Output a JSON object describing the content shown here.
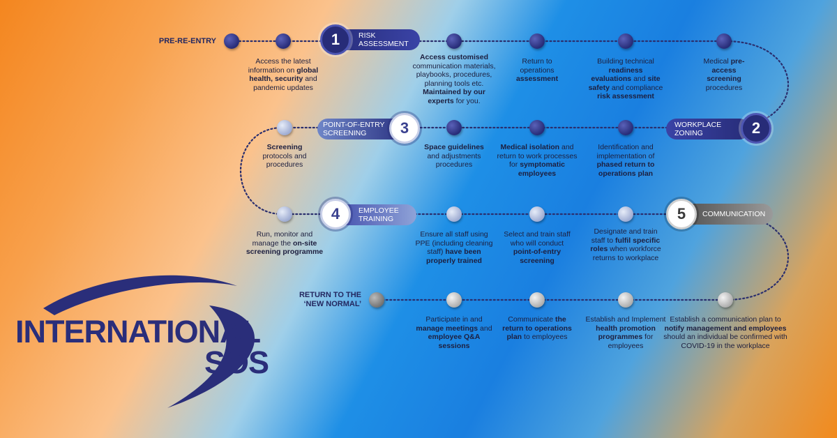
{
  "labels": {
    "start": "PRE-RE-ENTRY",
    "end_line1": "RETURN TO THE",
    "end_line2": "‘NEW NORMAL’"
  },
  "stages": [
    {
      "number": "1",
      "title_line1": "RISK",
      "title_line2": "ASSESSMENT"
    },
    {
      "number": "2",
      "title_line1": "WORKPLACE",
      "title_line2": "ZONING"
    },
    {
      "number": "3",
      "title_line1": "POINT-OF-ENTRY",
      "title_line2": "SCREENING"
    },
    {
      "number": "4",
      "title_line1": "EMPLOYEE",
      "title_line2": "TRAINING"
    },
    {
      "number": "5",
      "title_line1": "COMMUNICATION",
      "title_line2": ""
    }
  ],
  "steps": {
    "row1": [
      {
        "parts": [
          [
            "Access the latest",
            0
          ],
          [
            "\ninformation on ",
            0
          ],
          [
            "global",
            1
          ],
          [
            "\nhealth, security",
            1
          ],
          [
            " and",
            0
          ],
          [
            "\npandemic updates",
            0
          ]
        ]
      },
      {
        "parts": [
          [
            "Access customised",
            1
          ],
          [
            "\ncommunication materials,",
            0
          ],
          [
            "\nplaybooks, procedures,",
            0
          ],
          [
            "\nplanning tools etc.",
            0
          ],
          [
            "\nMaintained by our",
            1
          ],
          [
            "\nexperts",
            1
          ],
          [
            " for you.",
            0
          ]
        ]
      },
      {
        "parts": [
          [
            "Return to",
            0
          ],
          [
            "\noperations",
            0
          ],
          [
            "\nassessment",
            1
          ]
        ]
      },
      {
        "parts": [
          [
            "Building technical",
            0
          ],
          [
            "\nreadiness",
            1
          ],
          [
            "\nevaluations",
            1
          ],
          [
            " and ",
            0
          ],
          [
            "site",
            1
          ],
          [
            "\nsafety",
            1
          ],
          [
            " and compliance",
            0
          ],
          [
            "\nrisk assessment",
            1
          ]
        ]
      },
      {
        "parts": [
          [
            "Medical ",
            0
          ],
          [
            "pre-",
            1
          ],
          [
            "\naccess",
            1
          ],
          [
            "\nscreening",
            1
          ],
          [
            "\nprocedures",
            0
          ]
        ]
      }
    ],
    "row2": [
      {
        "parts": [
          [
            "Screening",
            1
          ],
          [
            "\nprotocols and",
            0
          ],
          [
            "\nprocedures",
            0
          ]
        ]
      },
      {
        "parts": [
          [
            "Space guidelines",
            1
          ],
          [
            "\nand adjustments",
            0
          ],
          [
            "\nprocedures",
            0
          ]
        ]
      },
      {
        "parts": [
          [
            "Medical isolation",
            1
          ],
          [
            " and",
            0
          ],
          [
            "\nreturn to work processes",
            0
          ],
          [
            "\nfor ",
            0
          ],
          [
            "symptomatic",
            1
          ],
          [
            "\nemployees",
            1
          ]
        ]
      },
      {
        "parts": [
          [
            "Identification and",
            0
          ],
          [
            "\nimplementation of",
            0
          ],
          [
            "\nphased return to",
            1
          ],
          [
            "\noperations plan",
            1
          ]
        ]
      }
    ],
    "row3": [
      {
        "parts": [
          [
            "Run, monitor and",
            0
          ],
          [
            "\nmanage the ",
            0
          ],
          [
            "on-site",
            1
          ],
          [
            "\nscreening programme",
            1
          ]
        ]
      },
      {
        "parts": [
          [
            "Ensure all staff using",
            0
          ],
          [
            "\nPPE (including cleaning",
            0
          ],
          [
            "\nstaff) ",
            0
          ],
          [
            "have been",
            1
          ],
          [
            "\nproperly trained",
            1
          ]
        ]
      },
      {
        "parts": [
          [
            "Select and train staff",
            0
          ],
          [
            "\nwho will conduct",
            0
          ],
          [
            "\npoint-of-entry",
            1
          ],
          [
            "\nscreening",
            1
          ]
        ]
      },
      {
        "parts": [
          [
            "Designate and train",
            0
          ],
          [
            "\nstaff to ",
            0
          ],
          [
            "fulfil specific",
            1
          ],
          [
            "\nroles",
            1
          ],
          [
            " when workforce",
            0
          ],
          [
            "\nreturns to workplace",
            0
          ]
        ]
      }
    ],
    "row4": [
      {
        "parts": [
          [
            "Participate in and",
            0
          ],
          [
            "\nmanage meetings",
            1
          ],
          [
            " and",
            0
          ],
          [
            "\nemployee Q&A",
            1
          ],
          [
            "\nsessions",
            1
          ]
        ]
      },
      {
        "parts": [
          [
            "Communicate ",
            0
          ],
          [
            "the",
            1
          ],
          [
            "\nreturn to operations",
            1
          ],
          [
            "\nplan",
            1
          ],
          [
            " to employees",
            0
          ]
        ]
      },
      {
        "parts": [
          [
            "Establish and Implement",
            0
          ],
          [
            "\nhealth promotion",
            1
          ],
          [
            "\nprogrammes",
            1
          ],
          [
            " for",
            0
          ],
          [
            "\nemployees",
            0
          ]
        ]
      },
      {
        "parts": [
          [
            "Establish a communication plan to",
            0
          ],
          [
            "\nnotify management and employees",
            1
          ],
          [
            "\nshould an individual be confirmed with",
            0
          ],
          [
            "\nCOVID-19 in the workplace",
            0
          ]
        ]
      }
    ]
  },
  "logo": {
    "line1": "INTERNATIONAL",
    "line2": "SOS",
    "color": "#2a2e7a"
  },
  "colors": {
    "path": "#2b2f6e",
    "dark_node": "#272c78",
    "accent": "#4d56b3"
  }
}
